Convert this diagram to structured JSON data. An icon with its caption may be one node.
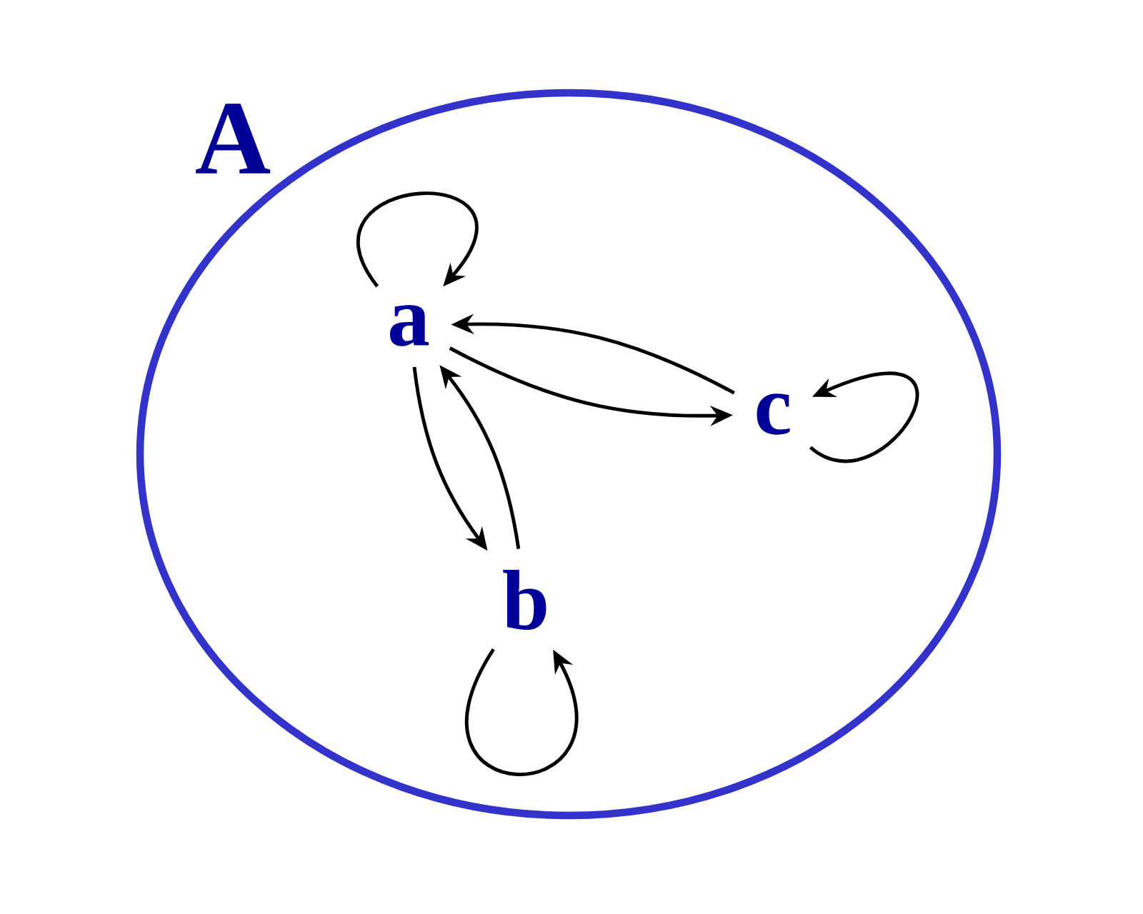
{
  "diagram": {
    "nodes": [
      {
        "text": [
          "A"
        ]
      },
      {
        "text": [
          "a"
        ],
        "in": 0
      },
      {
        "text": [
          "b"
        ],
        "in": 0
      },
      {
        "text": [
          "c"
        ],
        "in": 0
      }
    ],
    "edges": [
      {
        "from": 1,
        "to": 1,
        "arrow": "to"
      },
      {
        "from": 1,
        "to": 3,
        "arrow": "to"
      },
      {
        "from": 3,
        "to": 1,
        "arrow": "to"
      },
      {
        "from": 1,
        "to": 2,
        "arrow": "to"
      },
      {
        "from": 2,
        "to": 1,
        "arrow": "to"
      },
      {
        "from": 2,
        "to": 2,
        "arrow": "to"
      },
      {
        "from": 3,
        "to": 3,
        "arrow": "to"
      }
    ]
  }
}
